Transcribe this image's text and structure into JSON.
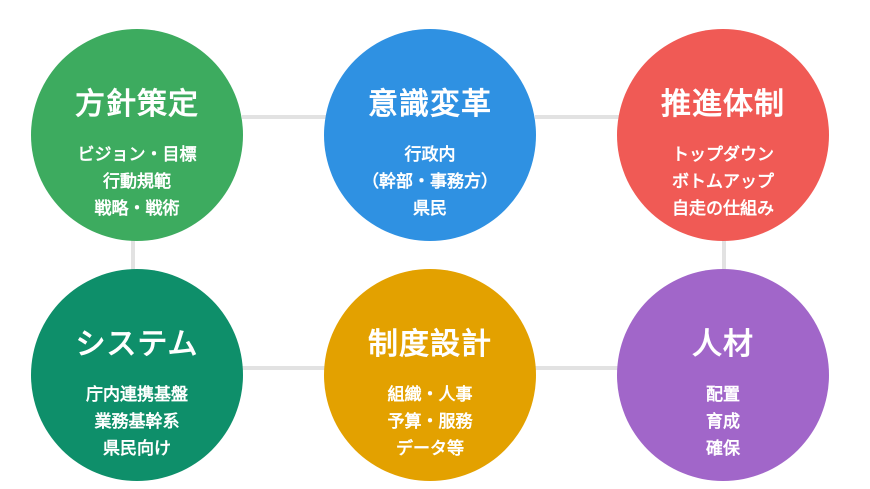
{
  "diagram": {
    "nodes": [
      {
        "title": "方針策定",
        "lines": [
          "ビジョン・目標",
          "行動規範",
          "戦略・戦術"
        ],
        "color": "#3dab5f"
      },
      {
        "title": "意識変革",
        "lines": [
          "行政内",
          "（幹部・事務方）",
          "県民"
        ],
        "color": "#2f91e2"
      },
      {
        "title": "推進体制",
        "lines": [
          "トップダウン",
          "ボトムアップ",
          "自走の仕組み"
        ],
        "color": "#f05a55"
      },
      {
        "title": "システム",
        "lines": [
          "庁内連携基盤",
          "業務基幹系",
          "県民向け"
        ],
        "color": "#0e8f6a"
      },
      {
        "title": "制度設計",
        "lines": [
          "組織・人事",
          "予算・服務",
          "データ等"
        ],
        "color": "#e3a100"
      },
      {
        "title": "人材",
        "lines": [
          "配置",
          "育成",
          "確保"
        ],
        "color": "#a166c9"
      }
    ],
    "connector_color": "#e2e2e2"
  }
}
